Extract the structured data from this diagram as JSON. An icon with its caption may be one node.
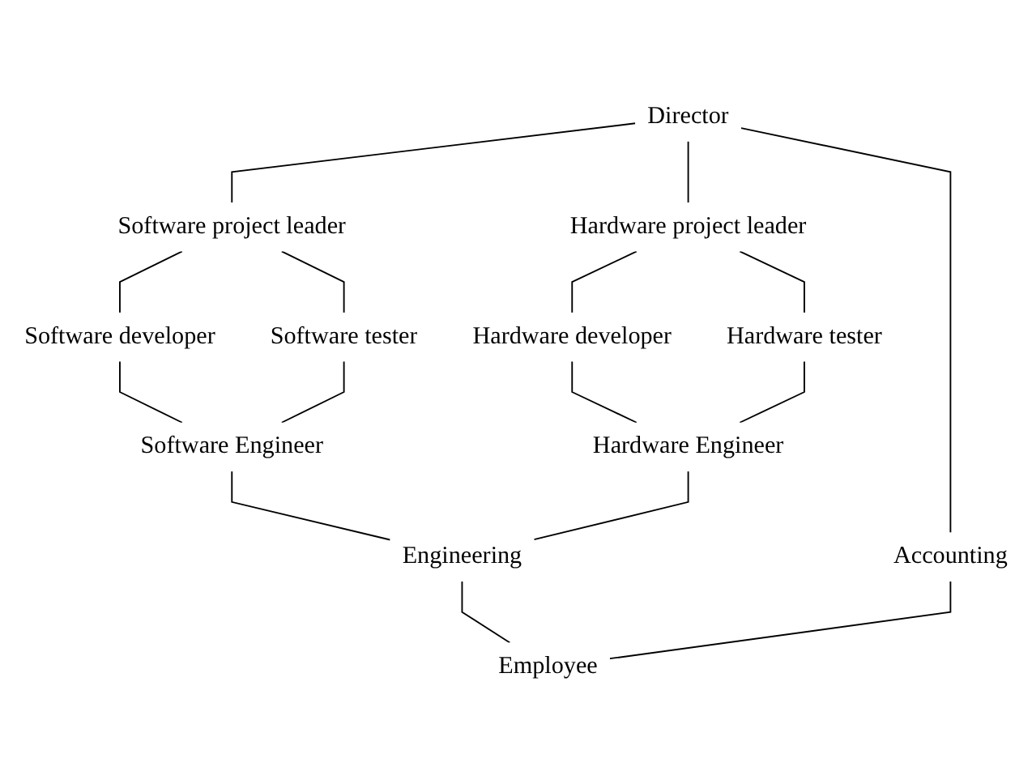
{
  "diagram": {
    "nodes": [
      {
        "text": [
          "Director"
        ]
      },
      {
        "text": [
          "Software project leader"
        ]
      },
      {
        "text": [
          "Hardware project leader"
        ]
      },
      {
        "text": [
          "Accounting"
        ]
      },
      {
        "text": [
          "Software developer"
        ]
      },
      {
        "text": [
          "Software tester"
        ]
      },
      {
        "text": [
          "Hardware developer"
        ]
      },
      {
        "text": [
          "Hardware tester"
        ]
      },
      {
        "text": [
          "Software Engineer"
        ]
      },
      {
        "text": [
          "Hardware Engineer"
        ]
      },
      {
        "text": [
          "Engineering"
        ]
      },
      {
        "text": [
          "Employee"
        ]
      }
    ],
    "edges": [
      {
        "from": 0,
        "to": 1,
        "arrow": "none"
      },
      {
        "from": 0,
        "to": 2,
        "arrow": "none"
      },
      {
        "from": 0,
        "to": 3,
        "arrow": "none"
      },
      {
        "from": 1,
        "to": 4,
        "arrow": "none"
      },
      {
        "from": 1,
        "to": 5,
        "arrow": "none"
      },
      {
        "from": 2,
        "to": 6,
        "arrow": "none"
      },
      {
        "from": 2,
        "to": 7,
        "arrow": "none"
      },
      {
        "from": 4,
        "to": 8,
        "arrow": "none"
      },
      {
        "from": 5,
        "to": 8,
        "arrow": "none"
      },
      {
        "from": 6,
        "to": 9,
        "arrow": "none"
      },
      {
        "from": 7,
        "to": 9,
        "arrow": "none"
      },
      {
        "from": 8,
        "to": 10,
        "arrow": "none"
      },
      {
        "from": 9,
        "to": 10,
        "arrow": "none"
      },
      {
        "from": 10,
        "to": 11,
        "arrow": "none"
      },
      {
        "from": 3,
        "to": 11,
        "arrow": "none"
      }
    ]
  }
}
